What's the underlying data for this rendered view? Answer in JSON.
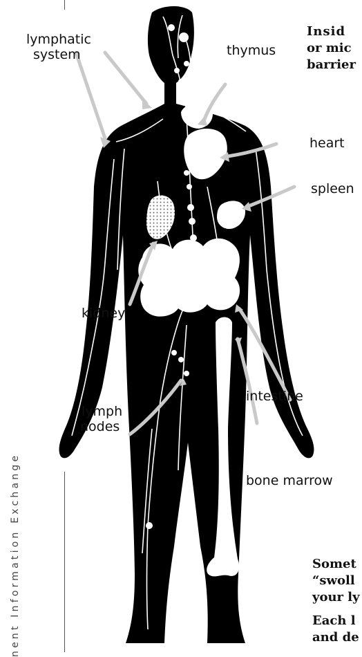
{
  "labels": {
    "lymphatic_1": "lymphatic",
    "lymphatic_2": "system",
    "thymus": "thymus",
    "heart": "heart",
    "spleen": "spleen",
    "kidney": "kidney",
    "intestine": "intestine",
    "lymph_nodes_1": "lymph",
    "lymph_nodes_2": "nodes",
    "bone_marrow": "bone marrow"
  },
  "text_fragments": {
    "top_1": "Insid",
    "top_2": "or mic",
    "top_3": "barrier",
    "bottom_1": "Somet",
    "bottom_2": "“swoll",
    "bottom_3": "your ly",
    "bottom_4": "Each l",
    "bottom_5": "and de"
  },
  "sidebar_text": "nent Information Exchange",
  "colors": {
    "body": "#000000",
    "organ": "#ffffff",
    "arrow": "#c9c9c9",
    "background": "#ffffff"
  }
}
